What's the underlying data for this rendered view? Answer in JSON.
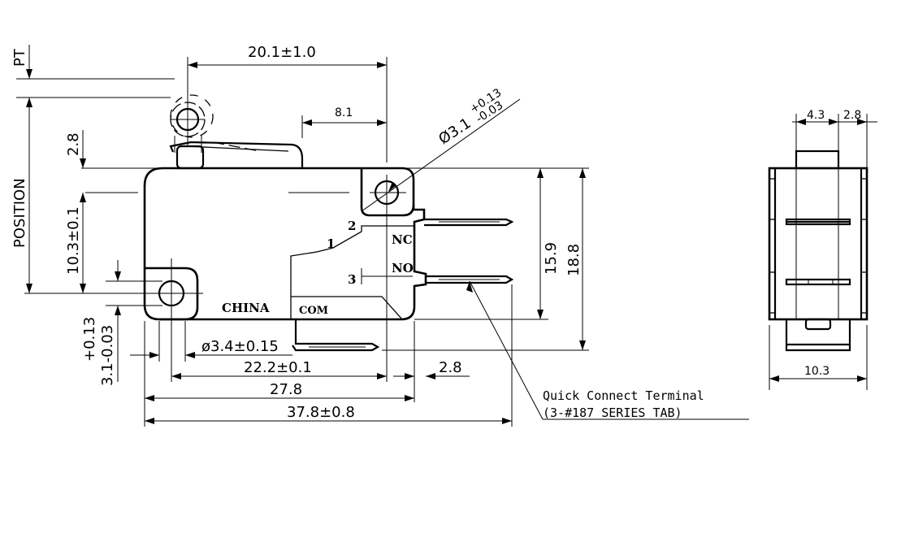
{
  "dimensions": {
    "overtravel": "PT",
    "position": "POSITION",
    "lever_offset": "2.8",
    "body_from_hole": "10.3±0.1",
    "lever_length": "20.1±1.0",
    "hole_offset": "8.1",
    "top_hole_dia": "Ø3.1",
    "top_hole_tol_plus": "+0.13",
    "top_hole_tol_minus": "-0.03",
    "height_inner": "15.9",
    "height_outer": "18.8",
    "left_hole_tol_plus": "+0.13",
    "left_hole_dia": "3.1-0.03",
    "bottom_hole_dia": "ø3.4±0.15",
    "hole_spacing": "22.2±0.1",
    "terminal_offset": "2.8",
    "body_length": "27.8",
    "total_length": "37.8±0.8",
    "side_top_left": "4.3",
    "side_top_right": "2.8",
    "side_width": "10.3"
  },
  "labels": {
    "origin": "CHINA",
    "com": "COM",
    "nc": "NC",
    "no": "NO",
    "pin1": "1",
    "pin2": "2",
    "pin3": "3"
  },
  "callout": {
    "line1": "Quick Connect Terminal",
    "line2": "(3-#187 SERIES TAB)"
  }
}
